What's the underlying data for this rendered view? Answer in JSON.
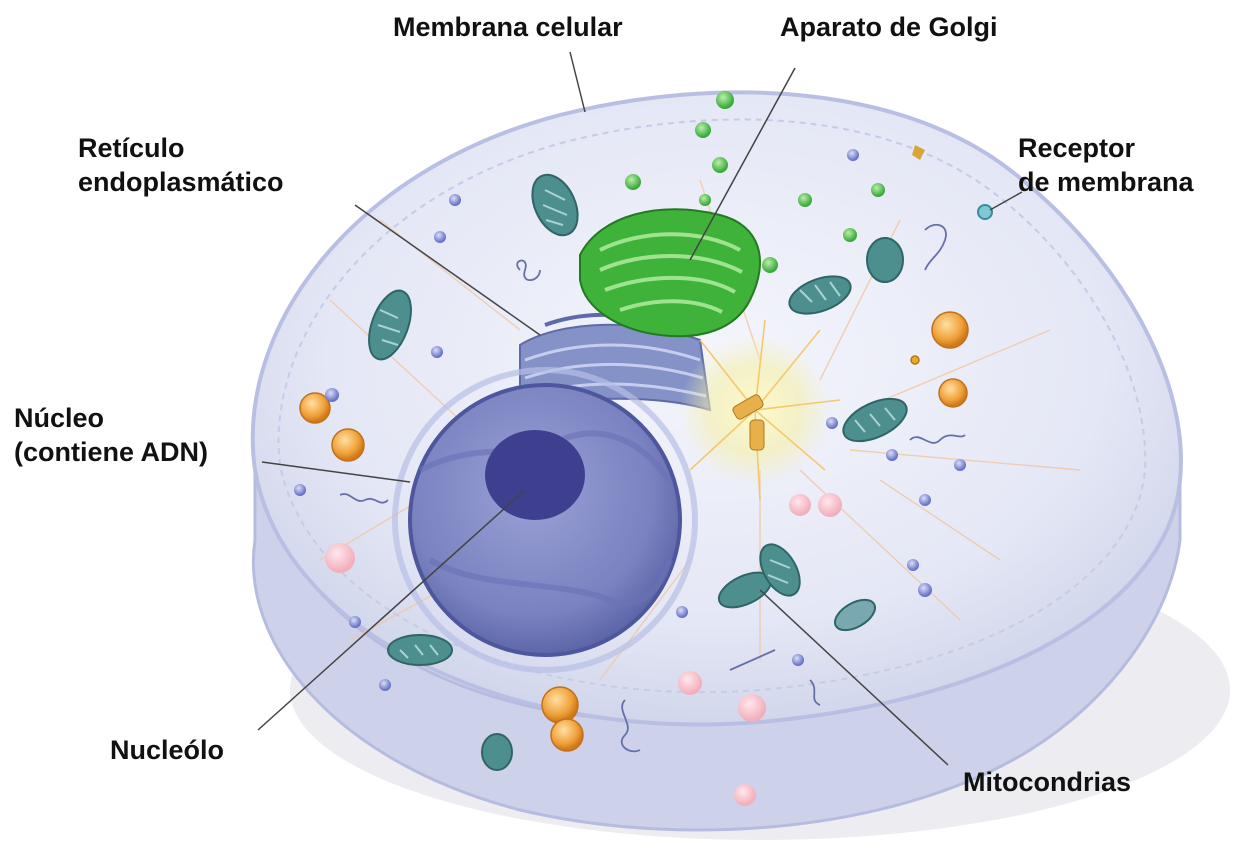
{
  "labels": {
    "membrana_celular": "Membrana celular",
    "aparato_golgi": "Aparato de Golgi",
    "reticulo_line1": "Retículo",
    "reticulo_line2": "endoplasmático",
    "receptor_line1": "Receptor",
    "receptor_line2": "de membrana",
    "nucleo_line1": "Núcleo",
    "nucleo_line2": "(contiene ADN)",
    "nucleolo": "Nucleólo",
    "mitocondrias": "Mitocondrias"
  },
  "colors": {
    "cytoplasm": "#e6e8f6",
    "membrane": "#c9cde6",
    "nucleus": "#7f87c4",
    "nucleolus": "#3e3f8f",
    "golgi": "#3fb23a",
    "er": "#7f8ec2",
    "mitochondria": "#4d8f8f",
    "vesicle_orange": "#f0a13a",
    "label_text": "#111111",
    "leader_line": "#444444"
  }
}
